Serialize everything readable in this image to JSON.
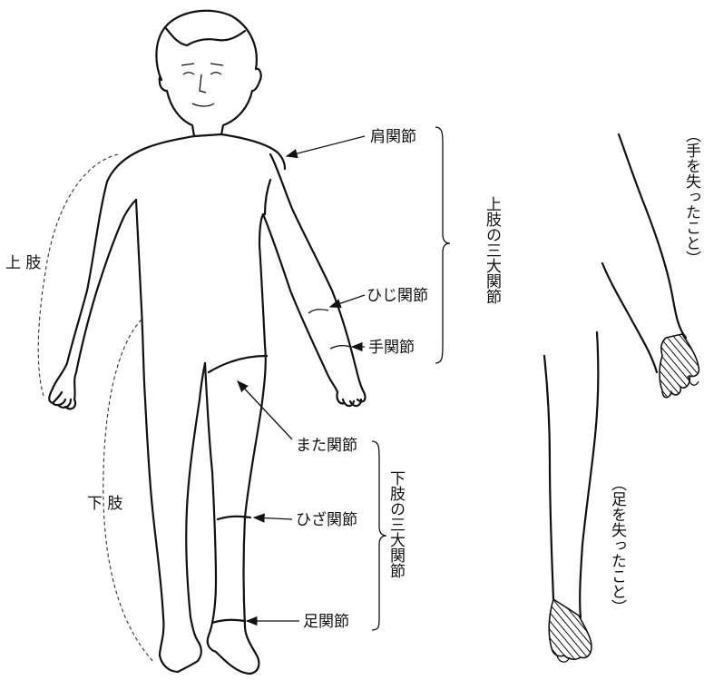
{
  "labels": {
    "shoulder": "肩関節",
    "elbow": "ひじ関節",
    "wrist": "手関節",
    "hip": "また関節",
    "knee": "ひざ関節",
    "ankle": "足関節",
    "upper_limb": "上 肢",
    "lower_limb": "下 肢"
  },
  "groups": {
    "upper_three_joints": "上肢の三大関節",
    "lower_three_joints": "下肢の三大関節"
  },
  "captions": {
    "lost_hand": "（手を失ったこと）",
    "lost_foot": "（足を失ったこと）"
  }
}
